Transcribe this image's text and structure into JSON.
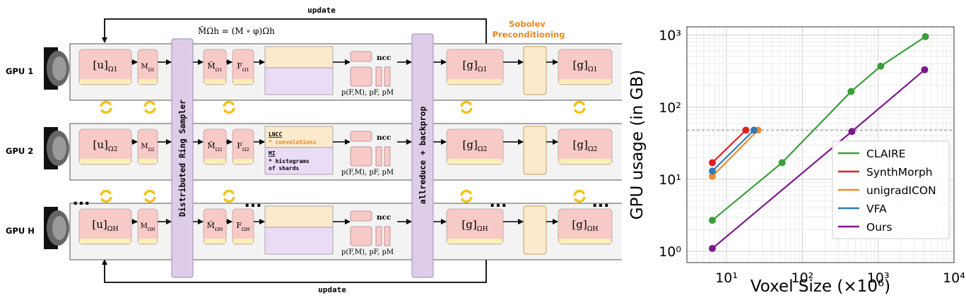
{
  "diagram": {
    "update_label": "update",
    "warp_formula": "M̃Ωh = (M ∘ φ)Ωh",
    "sobolev_title": "Sobolev\nPreconditioning",
    "ring_sampler_label": "Distributed Ring Sampler",
    "allreduce_label": "allreduce + backprop",
    "ellipsis": "...",
    "ncc_label": "ncc",
    "prob_label": "p(F,M), pF, pM",
    "lncc_label": "LNCC",
    "conv_label": "* convolutions",
    "mi_label": "MI",
    "hist_label": "* histograms\nof shards",
    "rows": [
      {
        "gpu": "GPU 1",
        "sub": "1"
      },
      {
        "gpu": "GPU 2",
        "sub": "2"
      },
      {
        "gpu": "GPU H",
        "sub": "H"
      }
    ],
    "colors": {
      "pink": "#f7c9c7",
      "cream": "#fdf0b7",
      "peach": "#fde9cc",
      "lavender": "#eadcf6",
      "sampler": "#ddcde8",
      "orange": "#e8871e",
      "sync": "#f2c21b"
    }
  },
  "chart_data": {
    "type": "line",
    "xlabel": "Voxel Size (×10⁶)",
    "ylabel": "GPU usage (in GB)",
    "xscale": "log",
    "yscale": "log",
    "xlim": [
      3,
      10000
    ],
    "ylim": [
      0.7,
      1300
    ],
    "xticks": [
      10,
      100,
      1000,
      10000
    ],
    "xtick_labels": [
      "10¹",
      "10²",
      "10³",
      "10⁴"
    ],
    "yticks": [
      1,
      10,
      100,
      1000
    ],
    "ytick_labels": [
      "10⁰",
      "10¹",
      "10²",
      "10³"
    ],
    "grid": true,
    "reference_line_y": 48,
    "legend_position": "lower-right",
    "series": [
      {
        "name": "CLAIRE",
        "color": "#3a9f3a",
        "x": [
          6.5,
          54,
          440,
          1080,
          4200
        ],
        "y": [
          2.7,
          17,
          165,
          370,
          950
        ]
      },
      {
        "name": "SynthMorph",
        "color": "#e02020",
        "x": [
          6.5,
          18
        ],
        "y": [
          17,
          48
        ]
      },
      {
        "name": "unigradICON",
        "color": "#f28a2c",
        "x": [
          6.5,
          26
        ],
        "y": [
          11,
          48
        ]
      },
      {
        "name": "VFA",
        "color": "#2e7db5",
        "x": [
          6.5,
          23
        ],
        "y": [
          13,
          48
        ]
      },
      {
        "name": "Ours",
        "color": "#7a1a8a",
        "x": [
          6.5,
          450,
          4100
        ],
        "y": [
          1.1,
          46,
          330
        ]
      }
    ]
  }
}
